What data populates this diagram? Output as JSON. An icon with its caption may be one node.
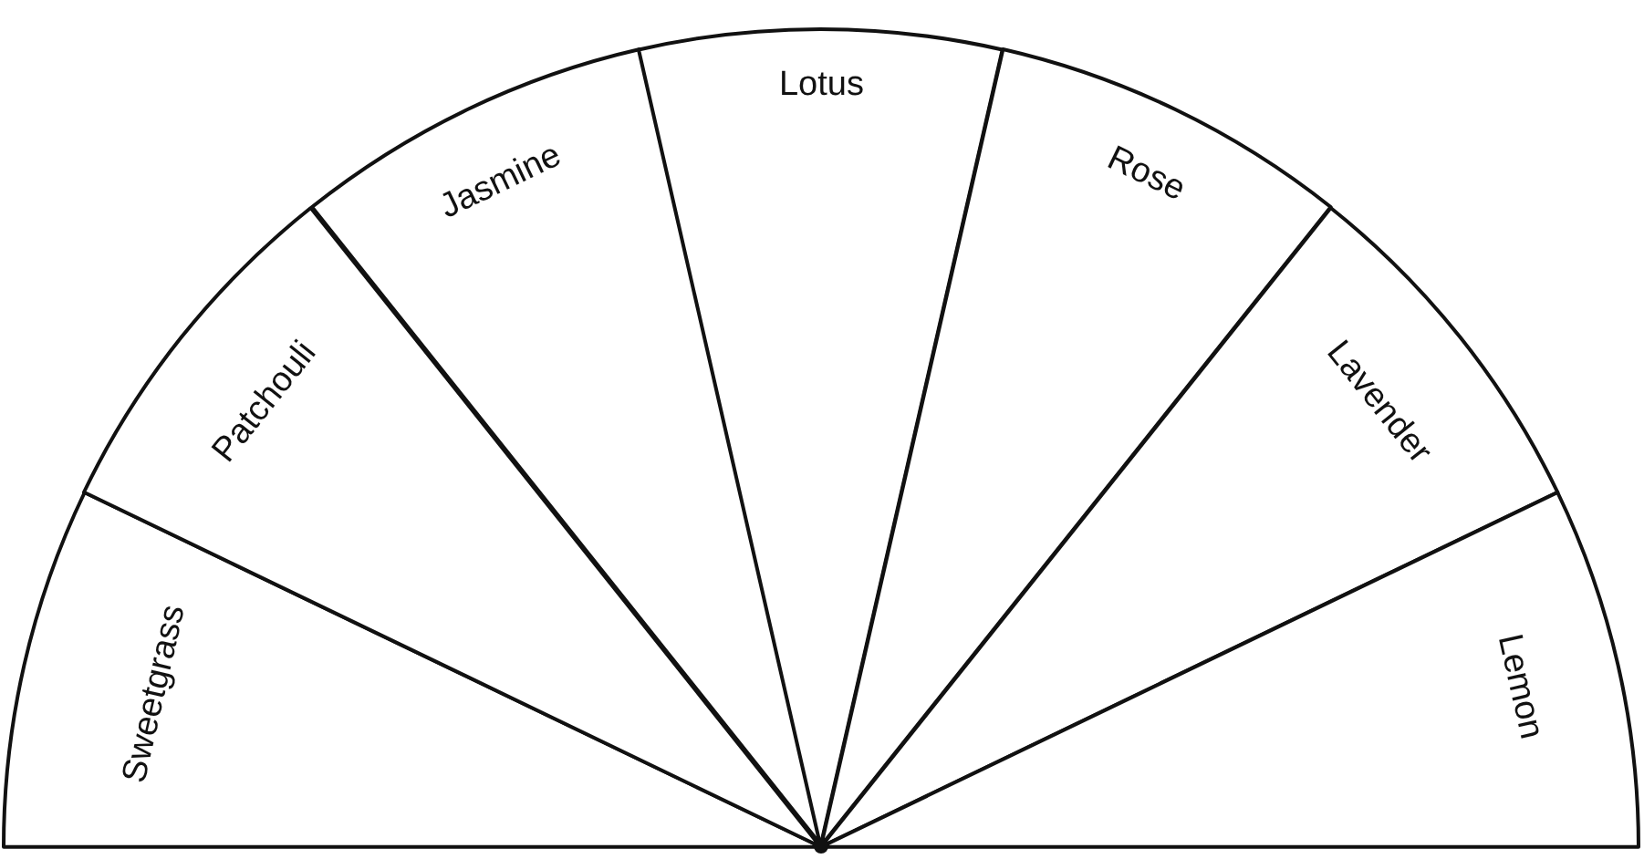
{
  "diagram": {
    "nodes": [
      {
        "text": [
          "Sweetgrass"
        ]
      },
      {
        "text": [
          "Patchouli"
        ]
      },
      {
        "text": [
          "Jasmine"
        ]
      },
      {
        "text": [
          "Lotus"
        ]
      },
      {
        "text": [
          "Rose"
        ]
      },
      {
        "text": [
          "Lavender"
        ]
      },
      {
        "text": [
          "Lemon"
        ]
      }
    ]
  }
}
